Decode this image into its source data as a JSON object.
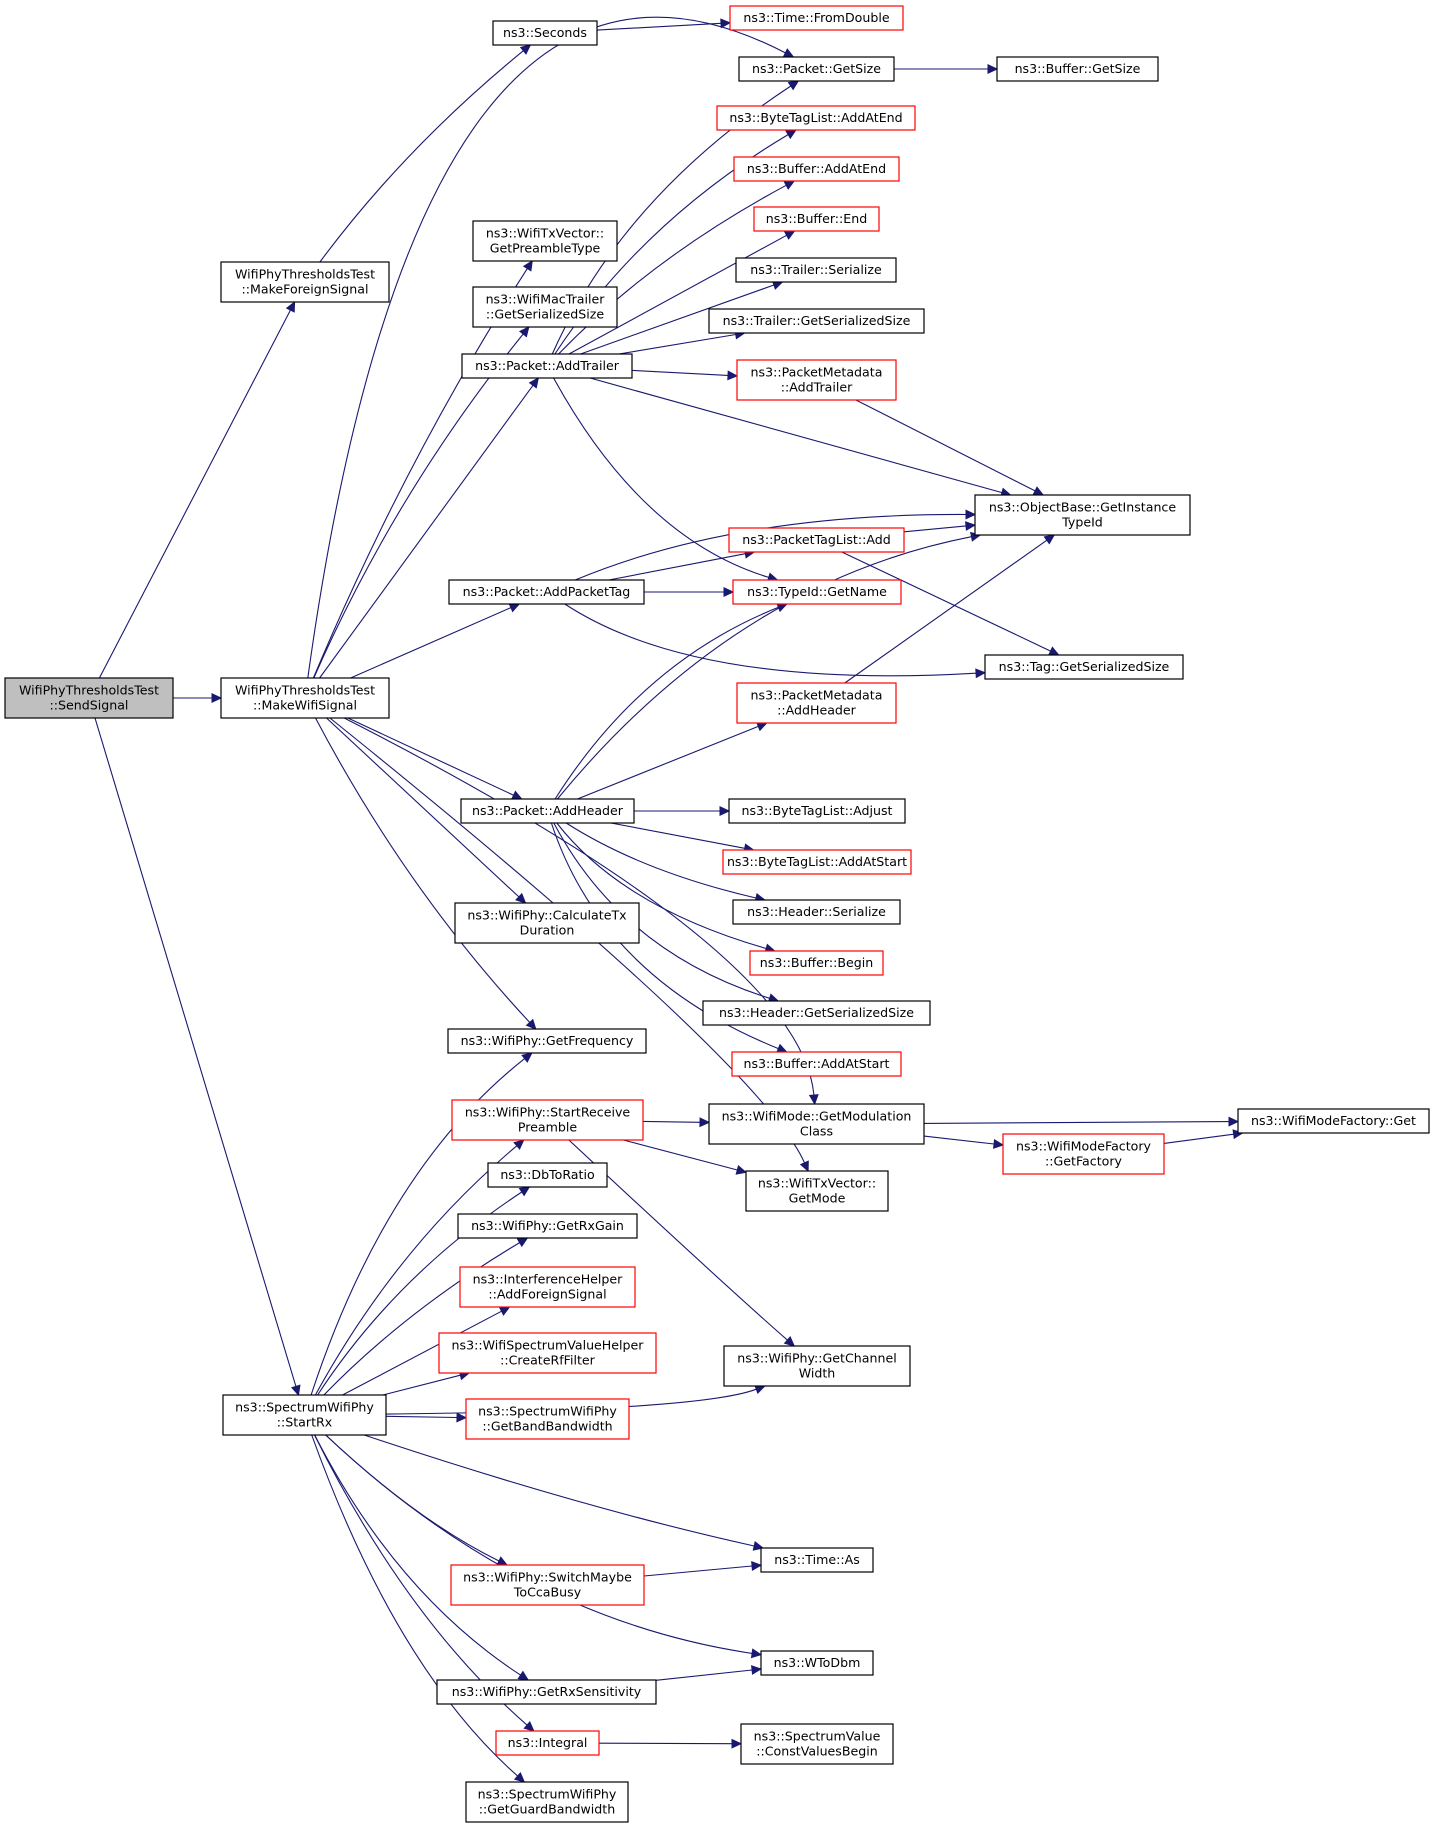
{
  "colors": {
    "edge": "#191970",
    "border": "#000000",
    "border_truncated": "#ff0000",
    "root_fill": "#bfbfbf"
  },
  "nodes": [
    {
      "id": "sendsignal",
      "lines": [
        "WifiPhyThresholdsTest",
        "::SendSignal"
      ],
      "style": "root"
    },
    {
      "id": "makeforeign",
      "lines": [
        "WifiPhyThresholdsTest",
        "::MakeForeignSignal"
      ],
      "style": "normal"
    },
    {
      "id": "makewifi",
      "lines": [
        "WifiPhyThresholdsTest",
        "::MakeWifiSignal"
      ],
      "style": "normal"
    },
    {
      "id": "startrx",
      "lines": [
        "ns3::SpectrumWifiPhy",
        "::StartRx"
      ],
      "style": "normal"
    },
    {
      "id": "seconds",
      "lines": [
        "ns3::Seconds"
      ],
      "style": "normal"
    },
    {
      "id": "fromdouble",
      "lines": [
        "ns3::Time::FromDouble"
      ],
      "style": "red"
    },
    {
      "id": "pktgetsize",
      "lines": [
        "ns3::Packet::GetSize"
      ],
      "style": "normal"
    },
    {
      "id": "bufgetsize",
      "lines": [
        "ns3::Buffer::GetSize"
      ],
      "style": "normal"
    },
    {
      "id": "btladdatend",
      "lines": [
        "ns3::ByteTagList::AddAtEnd"
      ],
      "style": "red"
    },
    {
      "id": "bufaddatend",
      "lines": [
        "ns3::Buffer::AddAtEnd"
      ],
      "style": "red"
    },
    {
      "id": "bufend",
      "lines": [
        "ns3::Buffer::End"
      ],
      "style": "red"
    },
    {
      "id": "trailerser",
      "lines": [
        "ns3::Trailer::Serialize"
      ],
      "style": "normal"
    },
    {
      "id": "trailergss",
      "lines": [
        "ns3::Trailer::GetSerializedSize"
      ],
      "style": "normal"
    },
    {
      "id": "pmaddtrailer",
      "lines": [
        "ns3::PacketMetadata",
        "::AddTrailer"
      ],
      "style": "red"
    },
    {
      "id": "preambletype",
      "lines": [
        "ns3::WifiTxVector::",
        "GetPreambleType"
      ],
      "style": "normal"
    },
    {
      "id": "mactrailergss",
      "lines": [
        "ns3::WifiMacTrailer",
        "::GetSerializedSize"
      ],
      "style": "normal"
    },
    {
      "id": "addtrailer",
      "lines": [
        "ns3::Packet::AddTrailer"
      ],
      "style": "normal"
    },
    {
      "id": "getinstance",
      "lines": [
        "ns3::ObjectBase::GetInstance",
        "TypeId"
      ],
      "style": "normal"
    },
    {
      "id": "ptladd",
      "lines": [
        "ns3::PacketTagList::Add"
      ],
      "style": "red"
    },
    {
      "id": "addpackettag",
      "lines": [
        "ns3::Packet::AddPacketTag"
      ],
      "style": "normal"
    },
    {
      "id": "typeidgetname",
      "lines": [
        "ns3::TypeId::GetName"
      ],
      "style": "red"
    },
    {
      "id": "taggss",
      "lines": [
        "ns3::Tag::GetSerializedSize"
      ],
      "style": "normal"
    },
    {
      "id": "pmaddheader",
      "lines": [
        "ns3::PacketMetadata",
        "::AddHeader"
      ],
      "style": "red"
    },
    {
      "id": "addheader",
      "lines": [
        "ns3::Packet::AddHeader"
      ],
      "style": "normal"
    },
    {
      "id": "btladjust",
      "lines": [
        "ns3::ByteTagList::Adjust"
      ],
      "style": "normal"
    },
    {
      "id": "btladdatstart",
      "lines": [
        "ns3::ByteTagList::AddAtStart"
      ],
      "style": "red"
    },
    {
      "id": "headerser",
      "lines": [
        "ns3::Header::Serialize"
      ],
      "style": "normal"
    },
    {
      "id": "calctx",
      "lines": [
        "ns3::WifiPhy::CalculateTx",
        "Duration"
      ],
      "style": "normal"
    },
    {
      "id": "bufbegin",
      "lines": [
        "ns3::Buffer::Begin"
      ],
      "style": "red"
    },
    {
      "id": "headergss",
      "lines": [
        "ns3::Header::GetSerializedSize"
      ],
      "style": "normal"
    },
    {
      "id": "getfrequency",
      "lines": [
        "ns3::WifiPhy::GetFrequency"
      ],
      "style": "normal"
    },
    {
      "id": "bufaddatstart",
      "lines": [
        "ns3::Buffer::AddAtStart"
      ],
      "style": "red"
    },
    {
      "id": "startpreamble",
      "lines": [
        "ns3::WifiPhy::StartReceive",
        "Preamble"
      ],
      "style": "red"
    },
    {
      "id": "getmodclass",
      "lines": [
        "ns3::WifiMode::GetModulation",
        "Class"
      ],
      "style": "normal"
    },
    {
      "id": "wmfget",
      "lines": [
        "ns3::WifiModeFactory::Get"
      ],
      "style": "normal"
    },
    {
      "id": "getfactory",
      "lines": [
        "ns3::WifiModeFactory",
        "::GetFactory"
      ],
      "style": "red"
    },
    {
      "id": "dbtoratio",
      "lines": [
        "ns3::DbToRatio"
      ],
      "style": "normal"
    },
    {
      "id": "getmode",
      "lines": [
        "ns3::WifiTxVector::",
        "GetMode"
      ],
      "style": "normal"
    },
    {
      "id": "getrxgain",
      "lines": [
        "ns3::WifiPhy::GetRxGain"
      ],
      "style": "normal"
    },
    {
      "id": "addforeign",
      "lines": [
        "ns3::InterferenceHelper",
        "::AddForeignSignal"
      ],
      "style": "red"
    },
    {
      "id": "createrf",
      "lines": [
        "ns3::WifiSpectrumValueHelper",
        "::CreateRfFilter"
      ],
      "style": "red"
    },
    {
      "id": "getchanwidth",
      "lines": [
        "ns3::WifiPhy::GetChannel",
        "Width"
      ],
      "style": "normal"
    },
    {
      "id": "getbandbw",
      "lines": [
        "ns3::SpectrumWifiPhy",
        "::GetBandBandwidth"
      ],
      "style": "red"
    },
    {
      "id": "timeas",
      "lines": [
        "ns3::Time::As"
      ],
      "style": "normal"
    },
    {
      "id": "switchcca",
      "lines": [
        "ns3::WifiPhy::SwitchMaybe",
        "ToCcaBusy"
      ],
      "style": "red"
    },
    {
      "id": "wtodbm",
      "lines": [
        "ns3::WToDbm"
      ],
      "style": "normal"
    },
    {
      "id": "getrxsens",
      "lines": [
        "ns3::WifiPhy::GetRxSensitivity"
      ],
      "style": "normal"
    },
    {
      "id": "integral",
      "lines": [
        "ns3::Integral"
      ],
      "style": "red"
    },
    {
      "id": "constvalues",
      "lines": [
        "ns3::SpectrumValue",
        "::ConstValuesBegin"
      ],
      "style": "normal"
    },
    {
      "id": "getguardbw",
      "lines": [
        "ns3::SpectrumWifiPhy",
        "::GetGuardBandwidth"
      ],
      "style": "normal"
    }
  ],
  "edges": [
    [
      "sendsignal",
      "makeforeign"
    ],
    [
      "sendsignal",
      "makewifi"
    ],
    [
      "sendsignal",
      "startrx"
    ],
    [
      "makeforeign",
      "seconds"
    ],
    [
      "seconds",
      "fromdouble"
    ],
    [
      "makewifi",
      "pktgetsize"
    ],
    [
      "makewifi",
      "preambletype"
    ],
    [
      "makewifi",
      "mactrailergss"
    ],
    [
      "makewifi",
      "addtrailer"
    ],
    [
      "makewifi",
      "addpackettag"
    ],
    [
      "makewifi",
      "addheader"
    ],
    [
      "makewifi",
      "calctx"
    ],
    [
      "makewifi",
      "getfrequency"
    ],
    [
      "makewifi",
      "getmodclass"
    ],
    [
      "makewifi",
      "getmode"
    ],
    [
      "pktgetsize",
      "bufgetsize"
    ],
    [
      "addtrailer",
      "pktgetsize"
    ],
    [
      "addtrailer",
      "btladdatend"
    ],
    [
      "addtrailer",
      "bufaddatend"
    ],
    [
      "addtrailer",
      "bufend"
    ],
    [
      "addtrailer",
      "trailerser"
    ],
    [
      "addtrailer",
      "trailergss"
    ],
    [
      "addtrailer",
      "pmaddtrailer"
    ],
    [
      "addtrailer",
      "getinstance"
    ],
    [
      "addtrailer",
      "typeidgetname"
    ],
    [
      "pmaddtrailer",
      "getinstance"
    ],
    [
      "addpackettag",
      "getinstance"
    ],
    [
      "addpackettag",
      "ptladd"
    ],
    [
      "addpackettag",
      "typeidgetname"
    ],
    [
      "addpackettag",
      "taggss"
    ],
    [
      "ptladd",
      "getinstance"
    ],
    [
      "ptladd",
      "taggss"
    ],
    [
      "pmaddheader",
      "getinstance"
    ],
    [
      "addheader",
      "typeidgetname"
    ],
    [
      "addheader",
      "getinstance"
    ],
    [
      "addheader",
      "pmaddheader"
    ],
    [
      "addheader",
      "btladjust"
    ],
    [
      "addheader",
      "btladdatstart"
    ],
    [
      "addheader",
      "headerser"
    ],
    [
      "addheader",
      "bufbegin"
    ],
    [
      "addheader",
      "headergss"
    ],
    [
      "addheader",
      "bufaddatstart"
    ],
    [
      "getmodclass",
      "wmfget"
    ],
    [
      "getmodclass",
      "getfactory"
    ],
    [
      "getfactory",
      "wmfget"
    ],
    [
      "startpreamble",
      "getmodclass"
    ],
    [
      "startpreamble",
      "getmode"
    ],
    [
      "startpreamble",
      "getchanwidth"
    ],
    [
      "startrx",
      "getfrequency"
    ],
    [
      "startrx",
      "startpreamble"
    ],
    [
      "startrx",
      "dbtoratio"
    ],
    [
      "startrx",
      "getrxgain"
    ],
    [
      "startrx",
      "addforeign"
    ],
    [
      "startrx",
      "createrf"
    ],
    [
      "startrx",
      "getbandbw"
    ],
    [
      "startrx",
      "getchanwidth"
    ],
    [
      "startrx",
      "timeas"
    ],
    [
      "startrx",
      "switchcca"
    ],
    [
      "startrx",
      "wtodbm"
    ],
    [
      "startrx",
      "getrxsens"
    ],
    [
      "startrx",
      "integral"
    ],
    [
      "startrx",
      "getguardbw"
    ],
    [
      "switchcca",
      "timeas"
    ],
    [
      "getrxsens",
      "wtodbm"
    ],
    [
      "integral",
      "constvalues"
    ]
  ]
}
